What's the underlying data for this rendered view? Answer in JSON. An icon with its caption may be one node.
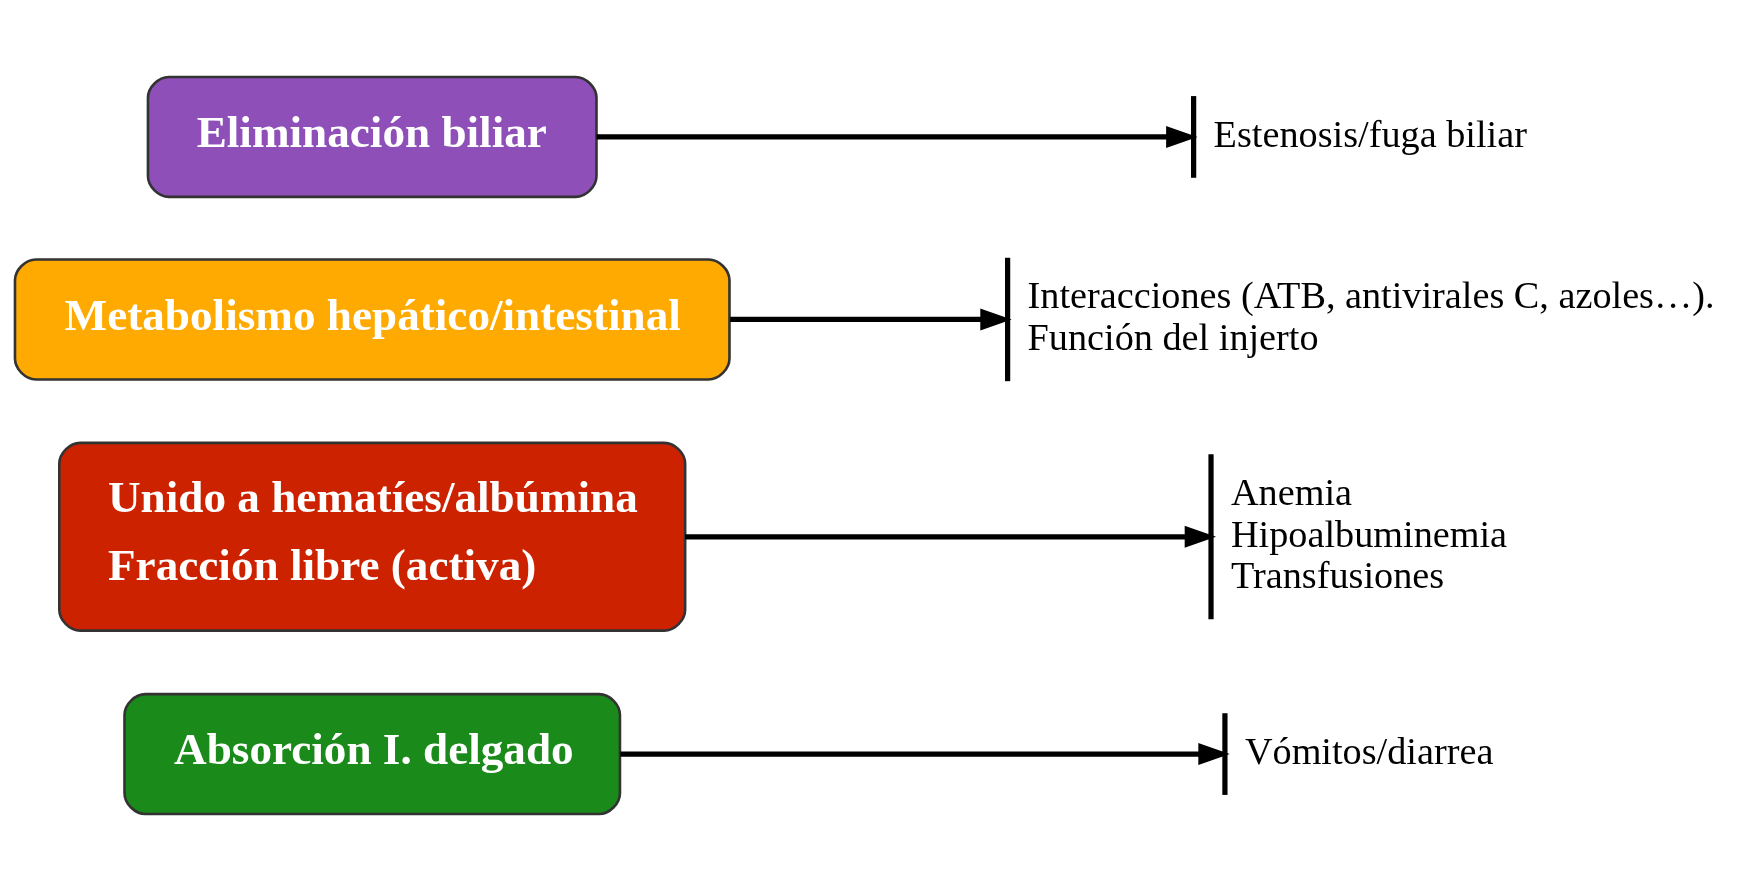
{
  "diagram": {
    "nodes": [
      {
        "text": [
          "Absorción I. delgado"
        ]
      },
      {
        "text": [
          "Vómitos/diarrea"
        ]
      },
      {
        "text": [
          "Unido a hematíes/albúmina",
          "Fracción libre (activa)"
        ]
      },
      {
        "text": [
          "Anemia",
          "Hipoalbuminemia",
          "Transfusiones"
        ]
      },
      {
        "text": [
          "Metabolismo hepático/intestinal"
        ]
      },
      {
        "text": [
          "Interacciones (ATB, antivirales C, azoles…).",
          "Función del injerto"
        ]
      },
      {
        "text": [
          "Eliminación biliar"
        ]
      },
      {
        "text": [
          "Estenosis/fuga biliar"
        ]
      }
    ],
    "edges": [
      {
        "from": 0,
        "to": 1,
        "arrow": "to"
      },
      {
        "from": 2,
        "to": 3,
        "arrow": "to"
      },
      {
        "from": 4,
        "to": 5,
        "arrow": "to"
      },
      {
        "from": 6,
        "to": 7,
        "arrow": "to"
      }
    ]
  }
}
